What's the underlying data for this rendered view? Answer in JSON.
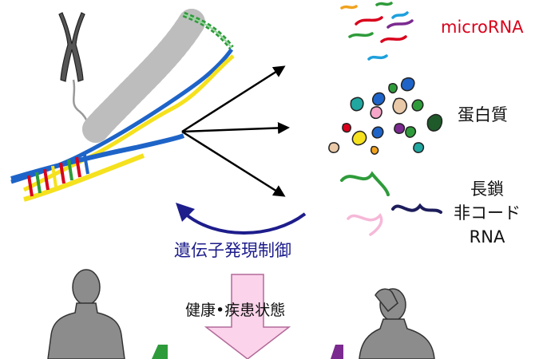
{
  "labels": {
    "microrna": "microRNA",
    "protein": "蛋白質",
    "lncrna_line1": "長鎖",
    "lncrna_line2": "非コード",
    "lncrna_line3": "RNA",
    "gene_regulation": "遺伝子発現制御",
    "health_disease": "健康•疾患状態"
  },
  "colors": {
    "microrna_label": "#d9001b",
    "regulation_label": "#1d1d8c",
    "regulation_arrow": "#1d1d8c",
    "dna_blue": "#1e64c8",
    "dna_yellow": "#f5e11e",
    "chromatin_green": "#2e9b3a",
    "human_figure": "#8c8c8c",
    "health_arrow_fill": "#fbd3ea"
  },
  "icons": [
    "chromosome-icon",
    "chromatin-fiber-icon",
    "dna-double-helix-icon",
    "healthy-person-icon",
    "sick-person-icon"
  ]
}
